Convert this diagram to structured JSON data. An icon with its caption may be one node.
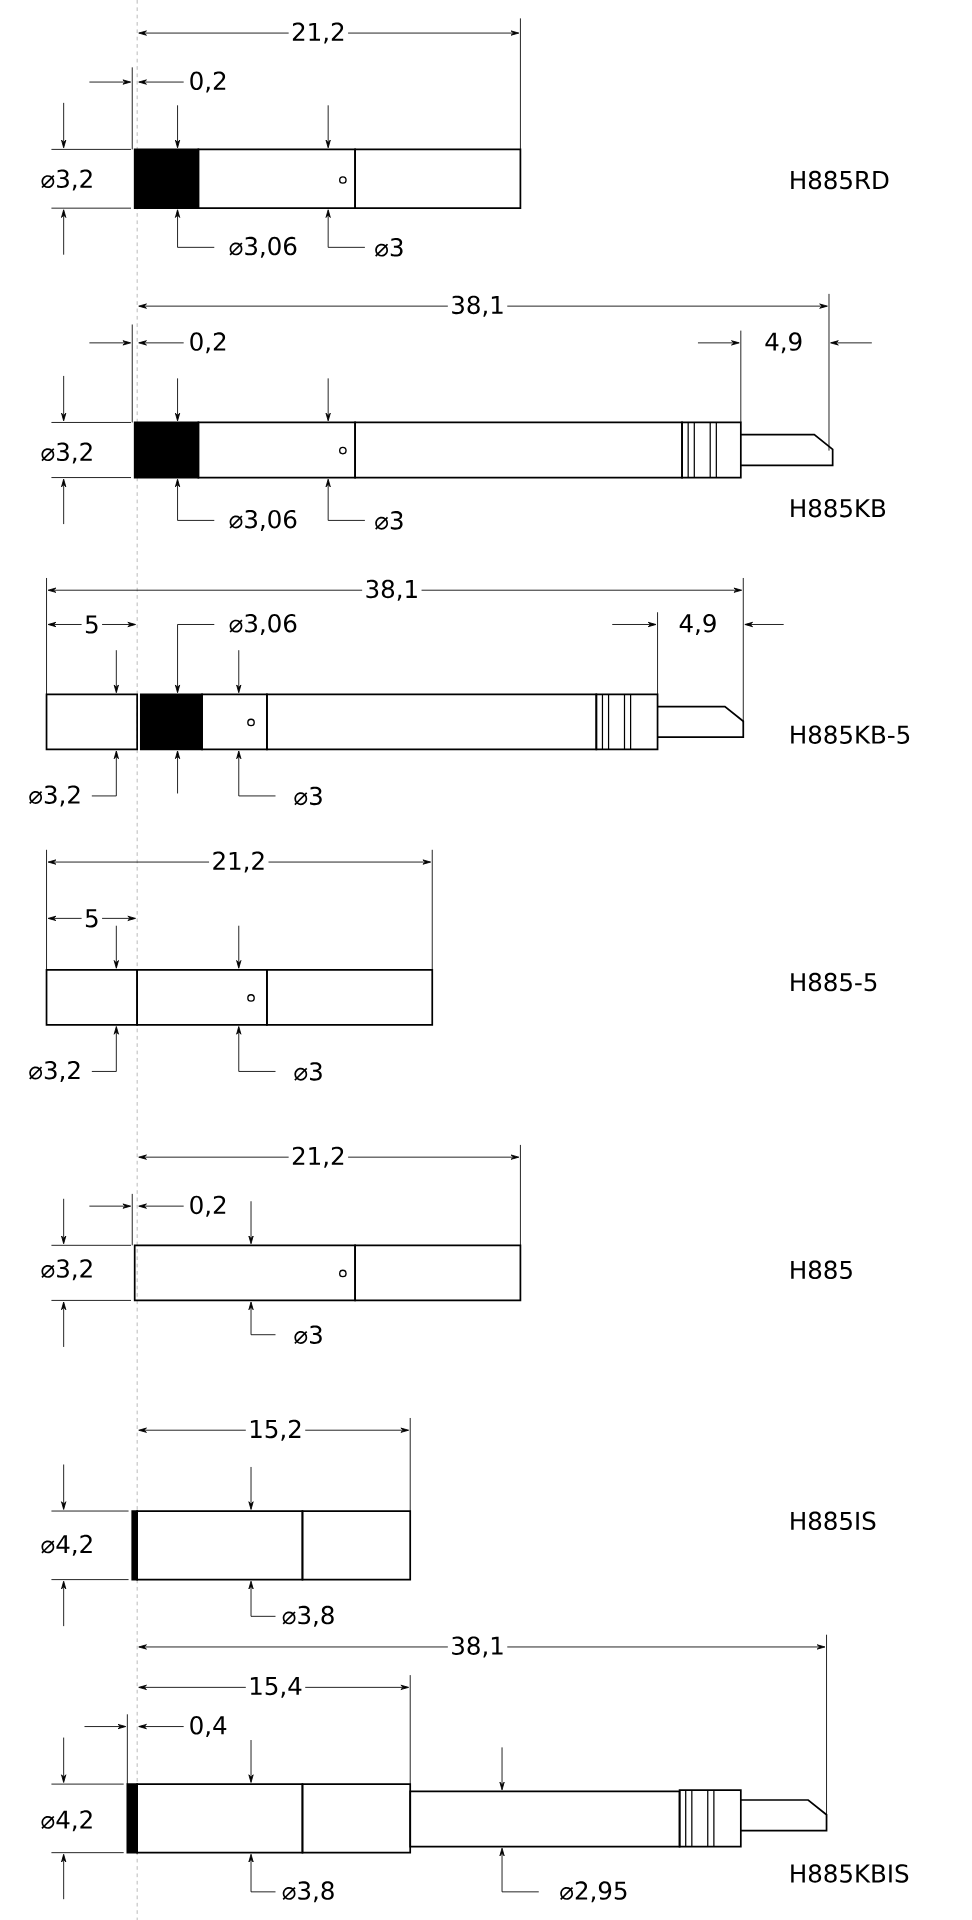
{
  "diagram": {
    "labels": [
      "21,2",
      "0,2",
      "⌀3,2",
      "H885RD",
      "⌀3,06",
      "⌀3",
      "38,1",
      "0,2",
      "4,9",
      "⌀3,2",
      "H885KB",
      "⌀3,06",
      "⌀3",
      "38,1",
      "5",
      "⌀3,06",
      "4,9",
      "H885KB-5",
      "⌀3,2",
      "⌀3",
      "21,2",
      "5",
      "H885-5",
      "⌀3,2",
      "⌀3",
      "21,2",
      "0,2",
      "⌀3,2",
      "H885",
      "⌀3",
      "15,2",
      "⌀4,2",
      "H885IS",
      "⌀3,8",
      "38,1",
      "15,4",
      "0,4",
      "⌀4,2",
      "H885KBIS",
      "⌀3,8",
      "⌀2,95"
    ]
  }
}
